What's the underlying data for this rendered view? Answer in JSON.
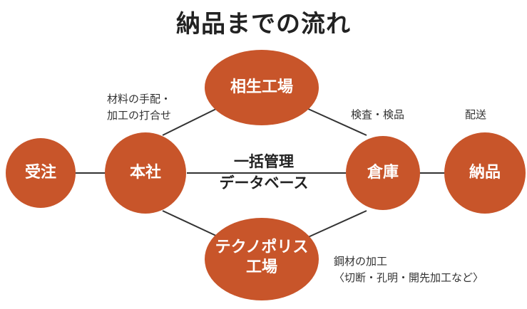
{
  "title": "納品までの流れ",
  "colors": {
    "node": "#C8552A",
    "line": "#333333"
  },
  "nodes": {
    "jutyu": "受注",
    "honsha": "本社",
    "aioi": "相生工場",
    "techno": {
      "line1": "テクノポリス",
      "line2": "工場"
    },
    "souko": "倉庫",
    "nouhin": "納品"
  },
  "notes": {
    "honsha": {
      "line1": "材料の手配・",
      "line2": "加工の打合せ"
    },
    "kensa": "検査・検品",
    "haisou": "配送",
    "techno": {
      "line1": "鋼材の加工",
      "line2": "〈切断・孔明・開先加工など〉"
    }
  },
  "center": {
    "line1": "一括管理",
    "line2": "データベース"
  }
}
